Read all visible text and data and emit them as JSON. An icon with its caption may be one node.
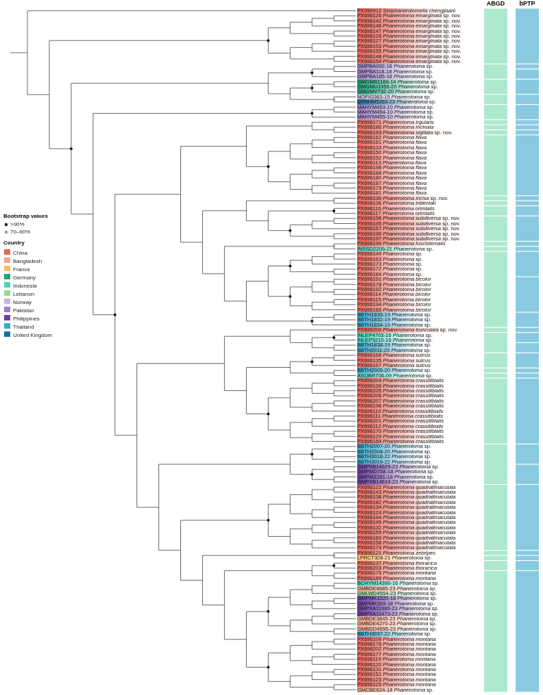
{
  "diagram": {
    "labels": [
      "ABGD",
      "bPTP",
      "PX260912 *Siniphanerotomella chengjiaani*",
      "PX696126 *Phanerotoma emarginata* sp. nov.",
      "PX696142 *Phanerotoma emarginata* sp. nov.",
      "PX696146 *Phanerotoma emarginata* sp. nov.",
      "PX696147 *Phanerotoma emarginata* sp. nov.",
      "PX696128 *Phanerotoma emarginata* sp. nov.",
      "PX696127 *Phanerotoma emarginata* sp. nov.",
      "PX696153 *Phanerotoma emarginata* sp. nov.",
      "PX696155 *Phanerotoma emarginata* sp. nov.",
      "PX696148 *Phanerotoma emarginata* sp. nov.",
      "PX696154 *Phanerotoma emarginata* sp. nov.",
      "GMPBA092-18 *Phanerotoma* sp.",
      "GMPBA118-18 *Phanerotoma* sp.",
      "GMPBA185-18 *Phanerotoma* sp.",
      "GMGMB1166-14 *Phanerotoma* sp.",
      "GMGMU1959-20 *Phanerotoma* sp.",
      "GMGMV732-20 *Phanerotoma* sp.",
      "NOFIG363-15 *Phanerotoma* sp.",
      "DTNHM5263-23 *Phanerotoma* sp.",
      "MAHYM453-10 *Phanerotoma* sp.",
      "MAHYM454-10 *Phanerotoma* sp.",
      "MAHYM455-10 *Phanerotoma* sp.",
      "PX696171 *Phanerotoma irgularis*",
      "PX696186 *Phanerotoma incinata*",
      "PX696193 *Phanerotoma sigillata* sp. nov.",
      "PX696162 *Phanerotoma flava*",
      "PX696161 *Phanerotoma flava*",
      "PX696133 *Phanerotoma flava*",
      "PX696150 *Phanerotoma flava*",
      "PX696152 *Phanerotoma flava*",
      "PX696113 *Phanerotoma flava*",
      "PX696198 *Phanerotoma flava*",
      "PX696188 *Phanerotoma flava*",
      "PX696180 *Phanerotoma flava*",
      "PX696187 *Phanerotoma flava*",
      "PX696179 *Phanerotoma flava*",
      "PX696181 *Phanerotoma flava*",
      "PX696130 *Phanerotoma incisa* sp. nov.",
      "PX696136 *Phanerotoma tridentati*",
      "PX696116 *Phanerotoma orimtalis*",
      "PX696117 *Phanerotoma orimtalis*",
      "PX696156 *Phanerotoma subdiversa* sp. nov.",
      "PX696195 *Phanerotoma subdiversa* sp. nov.",
      "PX696157 *Phanerotoma subdiversa* sp. nov.",
      "PX696190 *Phanerotoma subdiversa* sp. nov.",
      "PX696197 *Phanerotoma subdiversa* sp. nov.",
      "PX696199 *Phanerotoma fuscistemalis*",
      "INSSD2205-21 *Phanerotoma* sp.",
      "PX696149 *Phanerotoma* sp.",
      "PX696163 *Phanerotoma* sp.",
      "PX696173 *Phanerotoma* sp.",
      "PX696172 *Phanerotoma* sp.",
      "PX696184 *Phanerotoma* sp.",
      "PX696191 *Phanerotoma bicolor*",
      "PX696178 *Phanerotoma bicolor*",
      "PX696192 *Phanerotoma bicolor*",
      "PX696114 *Phanerotoma bicolor*",
      "PX696115 *Phanerotoma bicolor*",
      "PX696194 *Phanerotoma bicolor*",
      "PX696185 *Phanerotoma bicolor*",
      "BBTH1835-19 *Phanerotoma* sp.",
      "BBTH1832-19 *Phanerotoma* sp.",
      "BBTH1834-19 *Phanerotoma* sp.",
      "PX696200 *Phanerotoma trunculata* sp. nov.",
      "INLEP4703-16 *Phanerotoma* sp.",
      "INLEP3210-16 *Phanerotoma* sp.",
      "BBTH1838-19 *Phanerotoma* sp.",
      "BBTH2011-20 *Phanerotoma* sp.",
      "PX696168 *Phanerotoma sulcus*",
      "PX696135 *Phanerotoma sulcus*",
      "PX696167 *Phanerotoma sulcus*",
      "BBTH2005-20 *Phanerotoma* sp.",
      "ASQBR706-09 *Phanerotoma* sp.",
      "PX696204 *Phanerotoma crassitibialis*",
      "PX696139 *Phanerotoma crassitibialis*",
      "PX696205 *Phanerotoma crassitibialis*",
      "PX696206 *Phanerotoma crassitibialis*",
      "PX696207 *Phanerotoma crassitibialis*",
      "PX696196 *Phanerotoma crassitibialis*",
      "PX696110 *Phanerotoma crassitibialis*",
      "PX696111 *Phanerotoma crassitibialis*",
      "PX696201 *Phanerotoma crassitibialis*",
      "PX696112 *Phanerotoma crassitibialis*",
      "PX696170 *Phanerotoma crassitibialis*",
      "PX696129 *Phanerotoma crassitibialis*",
      "PX696169 *Phanerotoma crassitibialis*",
      "BBTH2007-20 *Phanerotoma* sp.",
      "BBTH2008-20 *Phanerotoma* sp.",
      "BBTH3018-22 *Phanerotoma* sp.",
      "BBTH3019-22 *Phanerotoma* sp.",
      "GMPXB14629-23 *Phanerotoma* sp.",
      "GMPMD758-18 *Phanerotoma* sp.",
      "GMPMZ281-18 *Phanerotoma* sp.",
      "GMPXB14619-23 *Phanerotoma* sp.",
      "PX696122 *Phanerotoma quadratimaculata*",
      "PX696143 *Phanerotoma quadratimaculata*",
      "PX696138 *Phanerotoma quadratimaculata*",
      "PX696182 *Phanerotoma quadratimaculata*",
      "PX696134 *Phanerotoma quadratimaculata*",
      "PX696124 *Phanerotoma quadratimaculata*",
      "PX696144 *Phanerotoma quadratimaculata*",
      "PX696145 *Phanerotoma quadratimaculata*",
      "PX696132 *Phanerotoma quadratimaculata*",
      "PX696159 *Phanerotoma quadratimaculata*",
      "PX696160 *Phanerotoma quadratimaculata*",
      "PX696158 *Phanerotoma quadratimaculata*",
      "PX696174 *Phanerotoma quadratimaculata*",
      "PX696121 *Phanerotoma zebripes*",
      "LPRCT328-21 *Phanerotoma* sp.",
      "PX696137 *Phanerotoma thoracica*",
      "PX696203 *Phanerotoma thoracica*",
      "PX696175 *Phanerotoma montana*",
      "PX696189 *Phanerotoma montana*",
      "BCHYM14390-16 *Phanerotoma* sp.",
      "GMBDE4685-23 *Phanerotoma* sp.",
      "GMLWD4554-23 *Phanerotoma* sp.",
      "GMPMK1520-18 *Phanerotoma* sp.",
      "GMPMK369-18 *Phanerotoma* sp.",
      "GMPXA11989-23 *Phanerotoma* sp.",
      "GMPXA11473-23 *Phanerotoma* sp.",
      "GMBDE3845-23 *Phanerotoma* sp.",
      "GMBDE4270-23 *Phanerotoma* sp.",
      "GMBDD4555-23 *Phanerotoma* sp.",
      "BBTH3037-22 *Phanerotoma* sp.",
      "PX696109 *Phanerotoma montana*",
      "PX696176 *Phanerotoma montana*",
      "PX696202 *Phanerotoma montana*",
      "PX696177 *Phanerotoma montana*",
      "PX696119 *Phanerotoma montana*",
      "PX696120 *Phanerotoma montana*",
      "PX696131 *Phanerotoma montana*",
      "PX696151 *Phanerotoma montana*",
      "PX696123 *Phanerotoma montana*",
      "PX696125 *Phanerotoma montana*",
      "GMCBE624-18 *Phanerotoma* sp.",
      "Bootstrap values",
      "Country"
    ],
    "legend": [
      {
        "text": ">90%"
      },
      {
        "text": "70–90%"
      },
      {
        "text": "China",
        "color": "#e8675a"
      },
      {
        "text": "Bangladesh",
        "color": "#f5a58c"
      },
      {
        "text": "France",
        "color": "#f7bd6b"
      },
      {
        "text": "Germany",
        "color": "#1fa67a"
      },
      {
        "text": "Indonesia",
        "color": "#4fd3bd"
      },
      {
        "text": "Lebanon",
        "color": "#92dc8e"
      },
      {
        "text": "Norway",
        "color": "#cdb8dc"
      },
      {
        "text": "Pakistan",
        "color": "#9c80c6"
      },
      {
        "text": "Philippines",
        "color": "#6b3fa3"
      },
      {
        "text": "Thailand",
        "color": "#3aa6cc"
      },
      {
        "text": "United Kingdom",
        "color": "#1e6e9e"
      }
    ]
  }
}
